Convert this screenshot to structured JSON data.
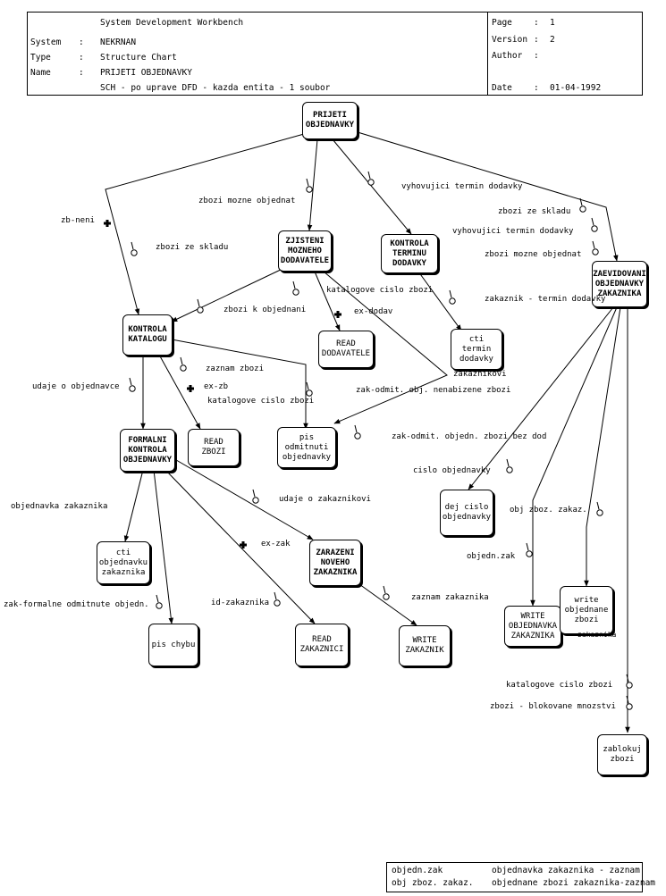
{
  "header": {
    "workbench": "System Development Workbench",
    "system_label": "System",
    "system_value": "NEKRNAN",
    "type_label": "Type",
    "type_value": "Structure Chart",
    "name_label": "Name",
    "name_value": "PRIJETI OBJEDNAVKY",
    "note": "SCH - po uprave DFD - kazda entita - 1 soubor",
    "page_label": "Page",
    "page_value": "1",
    "version_label": "Version",
    "version_value": "2",
    "author_label": "Author",
    "author_value": "",
    "date_label": "Date",
    "date_value": "01-04-1992"
  },
  "modules": {
    "prijeti": "PRIJETI\nOBJEDNAVKY",
    "zjisteni": "ZJISTENI\nMOZNEHO\nDODAVATELE",
    "kontrola_terminu": "KONTROLA\nTERMINU\nDODAVKY",
    "zaevidovani": "ZAEVIDOVANI\nOBJEDNAVKY\nZAKAZNIKA",
    "kontrola_katalogu": "KONTROLA\nKATALOGU",
    "read_dodavatele": "READ\nDODAVATELE",
    "cti_termin": "cti\ntermin\ndodavky",
    "formalni": "FORMALNI\nKONTROLA\nOBJEDNAVKY",
    "read_zbozi": "READ\nZBOZI",
    "pis_odmitnuti": "pis\nodmitnuti\nobjednavky",
    "dej_cislo": "dej cislo\nobjednavky",
    "cti_objednavku": "cti\nobjednavku\nzakaznika",
    "zarazeni": "ZARAZENI\nNOVEHO\nZAKAZNIKA",
    "pis_chybu": "pis chybu",
    "read_zakaznici": "READ\nZAKAZNICI",
    "write_zakaznik": "WRITE\nZAKAZNIK",
    "write_objednavka": "WRITE\nOBJEDNAVKA\nZAKAZNIKA",
    "write_objednane": "write\nobjednane\nzbozi",
    "zablokuj": "zablokuj\nzbozi"
  },
  "labels": {
    "zb_neni": "zb-neni",
    "zbozi_ze_skladu_1": "zbozi ze skladu",
    "zbozi_mozne_objednat_1": "zbozi mozne objednat",
    "vyhovujici_1": "vyhovujici termin dodavky",
    "zbozi_ze_skladu_2": "zbozi ze skladu",
    "vyhovujici_2": "vyhovujici termin dodavky",
    "zbozi_mozne_objednat_2": "zbozi mozne objednat",
    "zakaznik_termin": "zakaznik - termin dodavky",
    "katalogove_1": "katalogove cislo zbozi",
    "ex_dodav": "ex-dodav",
    "zbozi_k_objednani": "zbozi k objednani",
    "zakaznikovi": "zakaznikovi",
    "zaznam_zbozi": "zaznam zbozi",
    "ex_zb": "ex-zb",
    "katalogove_2": "katalogove cislo zbozi",
    "zak_odmit_1": "zak-odmit. obj. nenabizene zbozi",
    "udaje_o_objednavce": "udaje o objednavce",
    "zak_odmit_2": "zak-odmit. objedn. zbozi bez dod",
    "cislo_objednavky": "cislo objednavky",
    "udaje_o_zakaznikovi": "udaje o zakaznikovi",
    "objednavka_zakaznika": "objednavka zakaznika",
    "obj_zboz_zakaz": "obj zboz. zakaz.",
    "ex_zak": "ex-zak",
    "objedn_zak": "objedn.zak",
    "zak_formalne": "zak-formalne odmitnute objedn.",
    "id_zakaznika": "id-zakaznika",
    "zaznam_zakaznika": "zaznam zakaznika",
    "zakaznika_small": "zakaznika",
    "katalogove_3": "katalogove cislo zbozi",
    "zbozi_blokovane": "zbozi - blokovane mnozstvi"
  },
  "legend": {
    "row1_key": "objedn.zak",
    "row1_value": "objednavka zakaznika - zaznam",
    "row2_key": "obj zboz. zakaz.",
    "row2_value": "objednane zbozi zakaznika-zaznam"
  }
}
